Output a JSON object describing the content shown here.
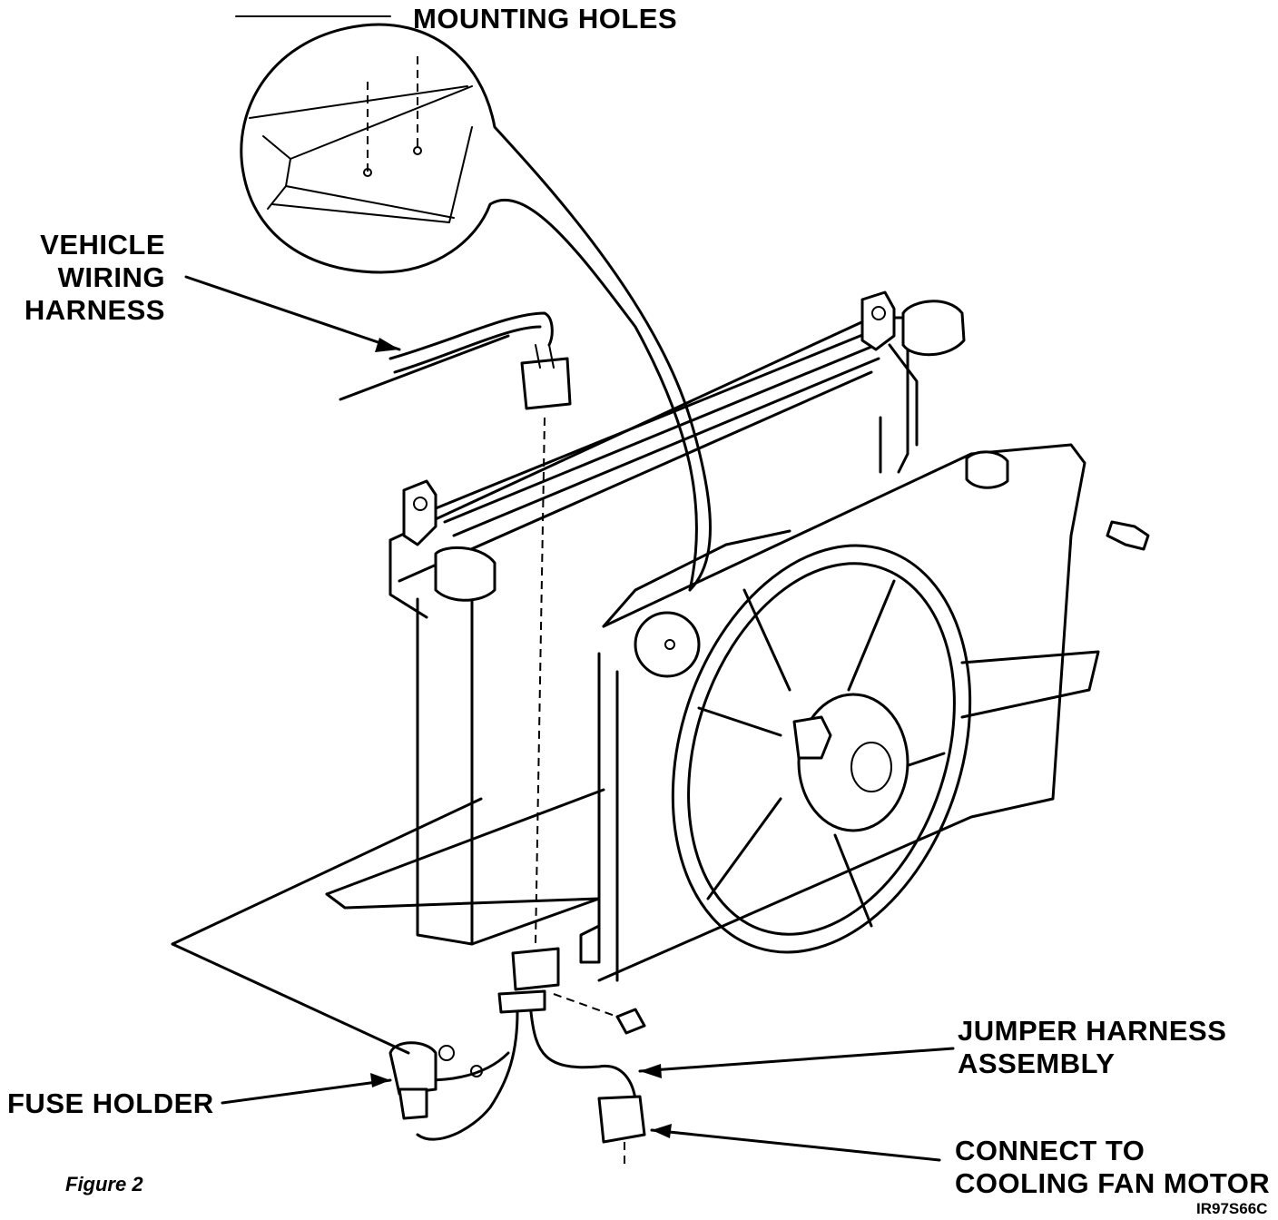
{
  "labels": {
    "mounting_holes": "MOUNTING HOLES",
    "vehicle_wiring_harness_line1": "VEHICLE",
    "vehicle_wiring_harness_line2": "WIRING",
    "vehicle_wiring_harness_line3": "HARNESS",
    "jumper_harness_line1": "JUMPER HARNESS",
    "jumper_harness_line2": "ASSEMBLY",
    "fuse_holder": "FUSE HOLDER",
    "connect_line1": "CONNECT TO",
    "connect_line2": "COOLING FAN MOTOR"
  },
  "figure_caption": "Figure 2",
  "illustration_code": "IR97S66C"
}
